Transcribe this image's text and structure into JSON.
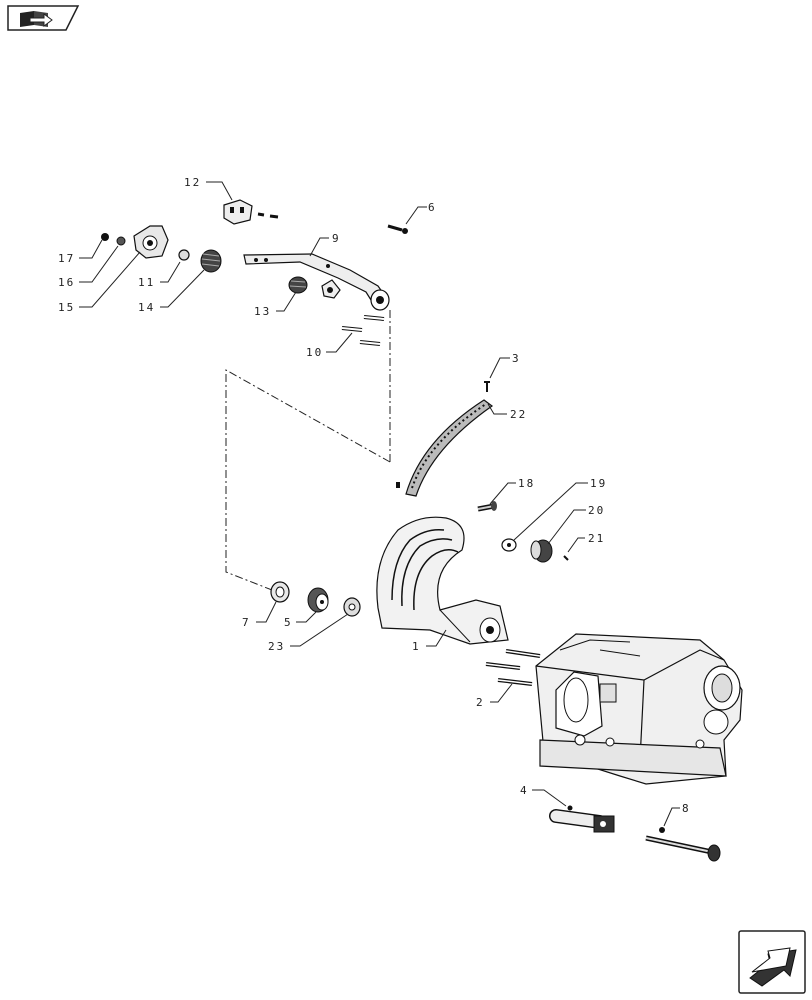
{
  "nav": {
    "back_icon": "book-arrow-icon",
    "forward_icon": "next-page-arrow-icon"
  },
  "callouts": [
    {
      "id": "callout-1",
      "text": "1"
    },
    {
      "id": "callout-2",
      "text": "2"
    },
    {
      "id": "callout-3",
      "text": "3"
    },
    {
      "id": "callout-4",
      "text": "4"
    },
    {
      "id": "callout-5",
      "text": "5"
    },
    {
      "id": "callout-6",
      "text": "6"
    },
    {
      "id": "callout-7",
      "text": "7"
    },
    {
      "id": "callout-8",
      "text": "8"
    },
    {
      "id": "callout-9",
      "text": "9"
    },
    {
      "id": "callout-10",
      "text": "10"
    },
    {
      "id": "callout-11",
      "text": "11"
    },
    {
      "id": "callout-12",
      "text": "12"
    },
    {
      "id": "callout-13",
      "text": "13"
    },
    {
      "id": "callout-14",
      "text": "14"
    },
    {
      "id": "callout-15",
      "text": "15"
    },
    {
      "id": "callout-16",
      "text": "16"
    },
    {
      "id": "callout-17",
      "text": "17"
    },
    {
      "id": "callout-18",
      "text": "18"
    },
    {
      "id": "callout-19",
      "text": "19"
    },
    {
      "id": "callout-20",
      "text": "20"
    },
    {
      "id": "callout-21",
      "text": "21"
    },
    {
      "id": "callout-22",
      "text": "22"
    },
    {
      "id": "callout-23",
      "text": "23"
    }
  ]
}
